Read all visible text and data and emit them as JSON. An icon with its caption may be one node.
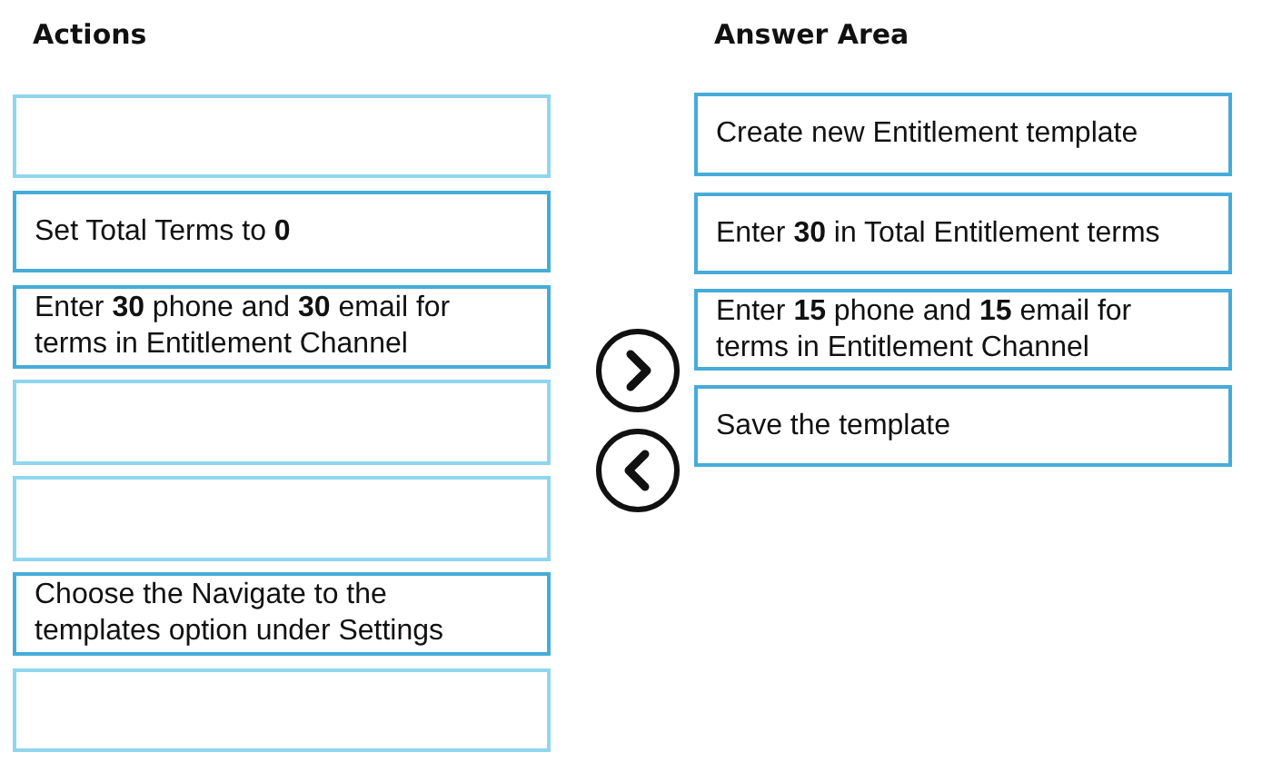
{
  "diagram": {
    "nodes": [
      {
        "text": [],
        "shape": "box"
      },
      {
        "text": [
          "Set Total Terms to **0**"
        ]
      },
      {
        "text": [
          "Enter **30** phone and **30** email for terms in Entitlement Channel"
        ]
      },
      {
        "text": [],
        "shape": "box"
      },
      {
        "text": [],
        "shape": "box"
      },
      {
        "text": [
          "Choose the Navigate to the templates option under Settings"
        ]
      },
      {
        "text": [],
        "shape": "box"
      },
      {
        "text": [
          "Create new Entitlement template"
        ]
      },
      {
        "text": [
          "Enter **30** in Total Entitlement terms"
        ]
      },
      {
        "text": [
          "Enter **15** phone and **15** email for terms in Entitlement Channel"
        ]
      },
      {
        "text": [
          "Save the template"
        ]
      }
    ],
    "labels": [
      "Actions",
      "Answer Area"
    ]
  }
}
